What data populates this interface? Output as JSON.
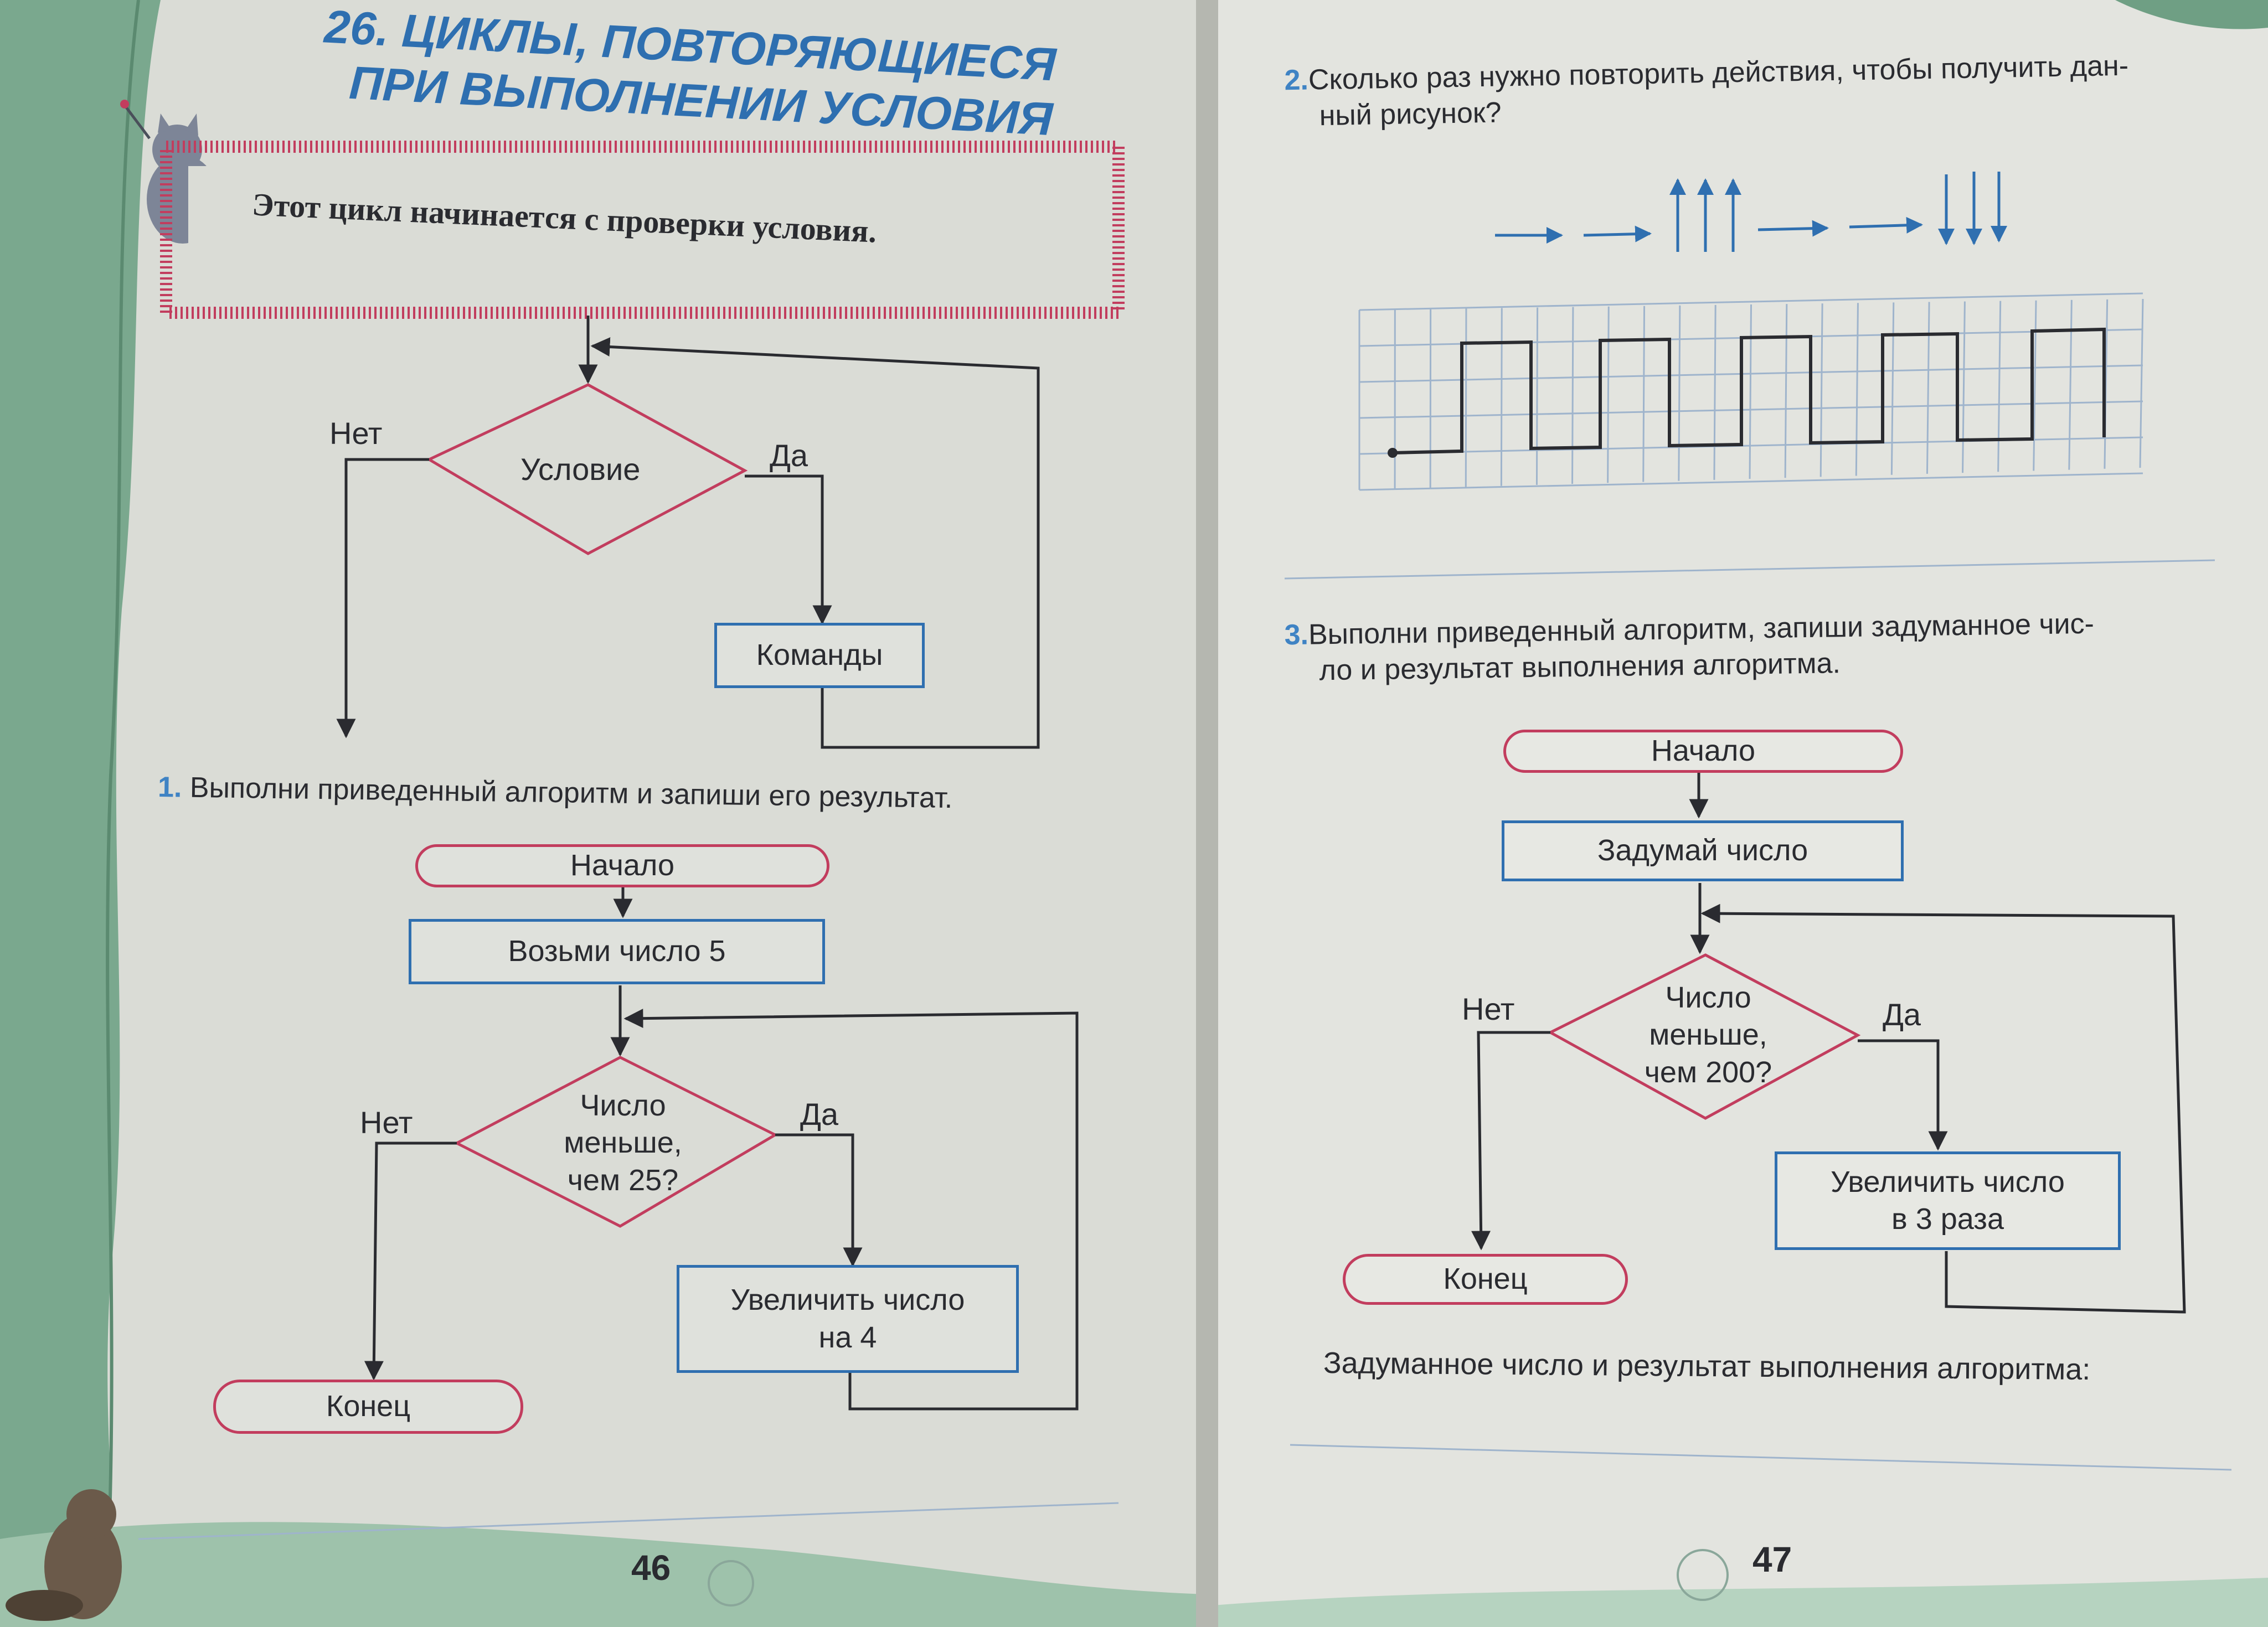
{
  "colors": {
    "blue": "#2f6fb0",
    "pink": "#c23d5e",
    "page": "#e6e7e3"
  },
  "left_page": {
    "title_line1": "26. ЦИКЛЫ, ПОВТОРЯЮЩИЕСЯ",
    "title_line2": "ПРИ ВЫПОЛНЕНИИ УСЛОВИЯ",
    "rule": "Этот цикл начинается с проверки условия.",
    "schema": {
      "condition": "Условие",
      "no": "Нет",
      "yes": "Да",
      "commands": "Команды"
    },
    "task1": {
      "number": "1.",
      "text": "Выполни приведенный алгоритм и запиши его результат.",
      "start": "Начало",
      "take": "Возьми число 5",
      "cond_l1": "Число",
      "cond_l2": "меньше,",
      "cond_l3": "чем 25?",
      "no": "Нет",
      "yes": "Да",
      "inc_l1": "Увеличить число",
      "inc_l2": "на 4",
      "end": "Конец"
    },
    "page_number": "46"
  },
  "right_page": {
    "task2": {
      "number": "2.",
      "line1": "Сколько раз нужно повторить действия, чтобы получить дан-",
      "line2": "ный рисунок?"
    },
    "task3": {
      "number": "3.",
      "line1": "Выполни приведенный алгоритм, запиши задуманное чис-",
      "line2": "ло и результат выполнения алгоритма.",
      "start": "Начало",
      "think": "Задумай число",
      "cond_l1": "Число",
      "cond_l2": "меньше,",
      "cond_l3": "чем 200?",
      "no": "Нет",
      "yes": "Да",
      "inc_l1": "Увеличить число",
      "inc_l2": "в 3 раза",
      "end": "Конец",
      "answer_prompt": "Задуманное число и результат выполнения алгоритма:"
    },
    "page_number": "47"
  }
}
